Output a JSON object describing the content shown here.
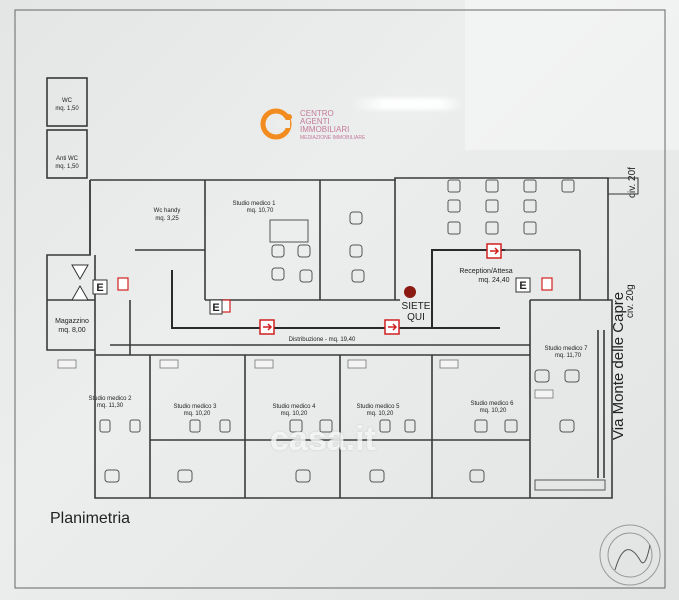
{
  "logo": {
    "line1": "CENTRO",
    "line2": "AGENTI",
    "line3": "IMMOBILIARI",
    "line4": "MEDIAZIONE IMMOBILIARE",
    "accent_color": "#f28c1e",
    "text_color": "#c47a9a"
  },
  "caption": "Planimetria",
  "street": "Via Monte delle Capre",
  "civico": [
    "civ. 20f",
    "civ. 20g"
  ],
  "you_are_here": [
    "SIETE",
    "QUI"
  ],
  "watermark": "casa.it",
  "rooms": {
    "wc": {
      "name": "WC",
      "area": "mq. 1,50"
    },
    "anti_wc": {
      "name": "Anti WC",
      "area": "mq. 1,50"
    },
    "wc_handy": {
      "name": "Wc handy",
      "area": "mq. 3,25"
    },
    "studio1": {
      "name": "Studio medico 1",
      "area": "mq. 10,70"
    },
    "magazzino": {
      "name": "Magazzino",
      "area": "mq. 8,00"
    },
    "reception": {
      "name": "Reception/Attesa",
      "area": "mq. 24,40"
    },
    "distribuzione": {
      "name": "Distribuzione - mq. 19,40"
    },
    "studio7": {
      "name": "Studio medico 7",
      "area": "mq. 11,70"
    },
    "studio2": {
      "name": "Studio medico 2",
      "area": "mq. 11,30"
    },
    "studio3": {
      "name": "Studio medico 3",
      "area": "mq. 10,20"
    },
    "studio4": {
      "name": "Studio medico 4",
      "area": "mq. 10,20"
    },
    "studio5": {
      "name": "Studio medico 5",
      "area": "mq. 10,20"
    },
    "studio6": {
      "name": "Studio medico 6",
      "area": "mq. 10,20"
    }
  },
  "sign_e": "E",
  "sign_e2": "E",
  "sign_e3": "E",
  "colors": {
    "wall": "#3a3a3a",
    "sign_red": "#d02020",
    "marker": "#8a1a12"
  }
}
